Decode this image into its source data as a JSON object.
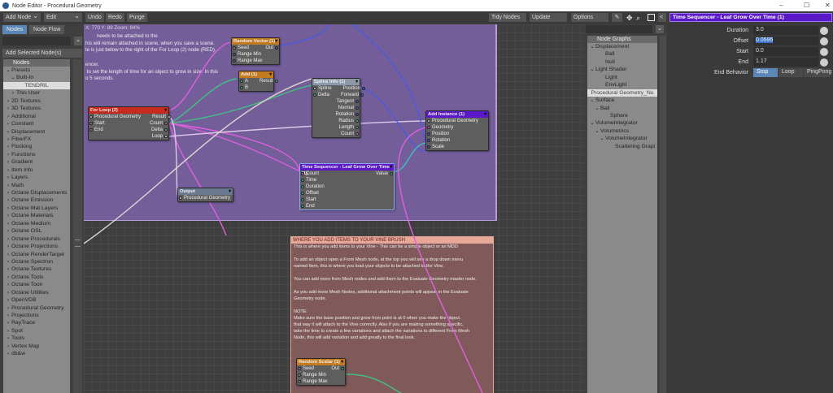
{
  "window": {
    "title": "Node Editor - Procedural Geometry",
    "minimize": "–",
    "maximize": "☐",
    "close": "✕"
  },
  "toolbar": {
    "add_node": "Add Node",
    "edit": "Edit",
    "undo": "Undo",
    "redo": "Redo",
    "purge": "Purge",
    "tidy": "Tidy Nodes",
    "update": "Update",
    "options": "Options",
    "collapse": "<"
  },
  "left": {
    "tabs": [
      "Nodes",
      "Node Flow"
    ],
    "search_value": "",
    "add_selected": "Add Selected Node(s)",
    "list_header": "Nodes",
    "items": [
      {
        "label": "Presets",
        "level": 0,
        "exp": "open"
      },
      {
        "label": "Built-In",
        "level": 1,
        "exp": "open"
      },
      {
        "label": "TENDRIL",
        "level": 2,
        "exp": "none",
        "selected": true
      },
      {
        "label": "This User",
        "level": 1,
        "exp": "closed"
      },
      {
        "label": "2D Textures",
        "level": 0,
        "exp": "closed"
      },
      {
        "label": "3D Textures",
        "level": 0,
        "exp": "closed"
      },
      {
        "label": "Additional",
        "level": 0,
        "exp": "closed"
      },
      {
        "label": "Constant",
        "level": 0,
        "exp": "closed"
      },
      {
        "label": "Displacement",
        "level": 0,
        "exp": "closed"
      },
      {
        "label": "FiberFX",
        "level": 0,
        "exp": "closed"
      },
      {
        "label": "Flocking",
        "level": 0,
        "exp": "closed"
      },
      {
        "label": "Functions",
        "level": 0,
        "exp": "closed"
      },
      {
        "label": "Gradient",
        "level": 0,
        "exp": "closed"
      },
      {
        "label": "Item Info",
        "level": 0,
        "exp": "closed"
      },
      {
        "label": "Layers",
        "level": 0,
        "exp": "closed"
      },
      {
        "label": "Math",
        "level": 0,
        "exp": "closed"
      },
      {
        "label": "Octane Displacements",
        "level": 0,
        "exp": "closed"
      },
      {
        "label": "Octane Emission",
        "level": 0,
        "exp": "closed"
      },
      {
        "label": "Octane Mat Layers",
        "level": 0,
        "exp": "closed"
      },
      {
        "label": "Octane Materials",
        "level": 0,
        "exp": "closed"
      },
      {
        "label": "Octane Medium",
        "level": 0,
        "exp": "closed"
      },
      {
        "label": "Octane OSL",
        "level": 0,
        "exp": "closed"
      },
      {
        "label": "Octane Procedurals",
        "level": 0,
        "exp": "closed"
      },
      {
        "label": "Octane Projections",
        "level": 0,
        "exp": "closed"
      },
      {
        "label": "Octane RenderTarget",
        "level": 0,
        "exp": "closed"
      },
      {
        "label": "Octane Spectron",
        "level": 0,
        "exp": "closed"
      },
      {
        "label": "Octane Textures",
        "level": 0,
        "exp": "closed"
      },
      {
        "label": "Octane Tools",
        "level": 0,
        "exp": "closed"
      },
      {
        "label": "Octane Toon",
        "level": 0,
        "exp": "closed"
      },
      {
        "label": "Octane Utilities",
        "level": 0,
        "exp": "closed"
      },
      {
        "label": "OpenVDB",
        "level": 0,
        "exp": "closed"
      },
      {
        "label": "Procedural Geometry",
        "level": 0,
        "exp": "closed"
      },
      {
        "label": "Projections",
        "level": 0,
        "exp": "closed"
      },
      {
        "label": "RayTrace",
        "level": 0,
        "exp": "closed"
      },
      {
        "label": "Spot",
        "level": 0,
        "exp": "closed"
      },
      {
        "label": "Tools",
        "level": 0,
        "exp": "closed"
      },
      {
        "label": "Vertex Map",
        "level": 0,
        "exp": "closed"
      },
      {
        "label": "db&w",
        "level": 0,
        "exp": "closed"
      }
    ]
  },
  "canvas": {
    "readout": "X: 770 Y: 89 Zoom: 84%",
    "group_text": "        needs to be attached to the\nhis will remain attached in scene, when you save a scene.\nte is just below to the right of the For Loop (2) node (RED).\n\nencer.\n to set the length of time for an object to grow in size. In this\no 5 seconds.",
    "comment_title": "WHERE YOU ADD ITEMS TO YOUR VINE BRUSH",
    "comment_body": "This is where you add items to your Vine - This can be a simple object or an MDD\n\nTo add an object open a From Mesh node, at the top you will see a drop down menu\nnamed Item, this is where you load your objects to be attached to the Vine.\n\nYou can add more from Mesh nodes and add them to the Evaluate Geometry master node.\n\nAs you add more Mesh Nodes, additional attachment points will appear in the Evaluate\nGeometry node.\n\nNOTE:\nMake sure the base position and grow from point is at 0 when you make the object,\nthat way it will attach to the Vine correctly. Also if you are making something specific,\ntake the time to create a few variations and attach the variations to different From Mesh\nNode, this will add variation and add greatly to the final look.",
    "nodes": [
      {
        "id": "random-vector",
        "title": "Random Vector (1)",
        "color": "#c47a1e",
        "ports": [
          [
            "in",
            "Seed",
            "#e060e0"
          ],
          [
            "out",
            "Out",
            "#4a5ae0"
          ],
          [
            "in",
            "Range Min",
            "#4a5ae0"
          ],
          [
            "in",
            "Range Max",
            "#4a5ae0"
          ]
        ],
        "paired": [
          [
            0,
            1
          ]
        ]
      },
      {
        "id": "add",
        "title": "Add (1)",
        "color": "#c47a1e",
        "ports": [
          [
            "in",
            "A",
            "#40c080"
          ],
          [
            "out",
            "Result",
            "#40c080"
          ],
          [
            "in",
            "B",
            "#40c080"
          ]
        ],
        "paired": [
          [
            0,
            1
          ]
        ]
      },
      {
        "id": "spline-info",
        "title": "Spline Info (1)",
        "color": "#8a98a8",
        "ports": [
          [
            "in",
            "Spline",
            "#ddd"
          ],
          [
            "out",
            "Position",
            "#4a5ae0"
          ],
          [
            "in",
            "Delta",
            "#40c080"
          ],
          [
            "out",
            "Forward",
            "#4a5ae0"
          ],
          [
            "out",
            "Tangent",
            "#4a5ae0"
          ],
          [
            "out",
            "Normal",
            "#4a5ae0"
          ],
          [
            "out",
            "Rotation",
            "#4a5ae0"
          ],
          [
            "out",
            "Radius",
            "#40c080"
          ],
          [
            "out",
            "Length",
            "#40c080"
          ],
          [
            "out",
            "Count",
            "#e060e0"
          ]
        ],
        "paired": [
          [
            0,
            1
          ],
          [
            2,
            3
          ]
        ]
      },
      {
        "id": "for-loop",
        "title": "For Loop (2)",
        "color": "#c82a1e",
        "ports": [
          [
            "in",
            "Procedural Geometry",
            "#ddd"
          ],
          [
            "out",
            "Result",
            "#ddd"
          ],
          [
            "in",
            "Start",
            "#e060e0"
          ],
          [
            "out",
            "Count",
            "#e060e0"
          ],
          [
            "in",
            "End",
            "#e060e0"
          ],
          [
            "out",
            "Delta",
            "#40c080"
          ],
          [
            "out",
            "Loop",
            "#ddd"
          ]
        ],
        "paired": [
          [
            0,
            1
          ],
          [
            2,
            3
          ],
          [
            4,
            5
          ]
        ]
      },
      {
        "id": "add-instance",
        "title": "Add Instance (1)",
        "color": "#5a18c8",
        "ports": [
          [
            "in",
            "Procedural Geometry",
            "#ddd"
          ],
          [
            "in",
            "Geometry",
            "#e060e0"
          ],
          [
            "in",
            "Position",
            "#4a5ae0"
          ],
          [
            "in",
            "Rotation",
            "#4a5ae0"
          ],
          [
            "in",
            "Scale",
            "#4a5ae0"
          ]
        ],
        "paired": []
      },
      {
        "id": "time-sequencer",
        "title": "Time Sequencer - Leaf Grow Over Time (1)",
        "color": "#5a18c8",
        "ports": [
          [
            "in",
            "Count",
            "#e060e0"
          ],
          [
            "out",
            "Value",
            "#40c080"
          ],
          [
            "in",
            "Time",
            "#40c080"
          ],
          [
            "in",
            "Duration",
            "#40c080"
          ],
          [
            "in",
            "Offset",
            "#40c080"
          ],
          [
            "in",
            "Start",
            "#40c080"
          ],
          [
            "in",
            "End",
            "#40c080"
          ]
        ],
        "paired": [
          [
            0,
            1
          ]
        ]
      },
      {
        "id": "output",
        "title": "Output",
        "color": "#6a7a90",
        "ports": [
          [
            "in",
            "Procedural Geometry",
            "#ddd"
          ]
        ],
        "paired": []
      },
      {
        "id": "random-scalar",
        "title": "Random Scalar (1)",
        "color": "#c47a1e",
        "ports": [
          [
            "in",
            "Seed",
            "#e060e0"
          ],
          [
            "out",
            "Out",
            "#40c080"
          ],
          [
            "in",
            "Range Min",
            "#40c080"
          ],
          [
            "in",
            "Range Max",
            "#40c080"
          ]
        ],
        "paired": [
          [
            0,
            1
          ]
        ]
      }
    ]
  },
  "graphs": {
    "header": "Node Graphs",
    "items": [
      {
        "label": "Displacement",
        "level": 0,
        "exp": "open"
      },
      {
        "label": "Ball",
        "level": 2
      },
      {
        "label": "Null",
        "level": 2
      },
      {
        "label": "Light Shader",
        "level": 0,
        "exp": "open"
      },
      {
        "label": "Light",
        "level": 2
      },
      {
        "label": "EnvLight",
        "level": 2
      },
      {
        "label": "Procedural Geometry_Nu",
        "level": 0,
        "selected": true
      },
      {
        "label": "Surface",
        "level": 0,
        "exp": "open"
      },
      {
        "label": "Ball",
        "level": 1,
        "exp": "open"
      },
      {
        "label": "Sphere",
        "level": 3
      },
      {
        "label": "VolumeIntegrator",
        "level": 0,
        "exp": "open"
      },
      {
        "label": "Volumetrics",
        "level": 1,
        "exp": "open"
      },
      {
        "label": "VolumeIntegrator",
        "level": 2,
        "exp": "open"
      },
      {
        "label": "Scattering Grapl",
        "level": 4
      }
    ]
  },
  "props": {
    "title": "Time Sequencer - Leaf Grow Over Time (1)",
    "title_color": "#5a18c8",
    "fields": [
      {
        "label": "Duration",
        "value": "3.0"
      },
      {
        "label": "Offset",
        "value": "0.0595",
        "selected": true
      },
      {
        "label": "Start",
        "value": "0.0"
      },
      {
        "label": "End",
        "value": "1.17"
      }
    ],
    "end_behavior": {
      "label": "End Behavior",
      "options": [
        "Stop",
        "Loop",
        "PingPong"
      ],
      "selected": "Stop"
    }
  }
}
